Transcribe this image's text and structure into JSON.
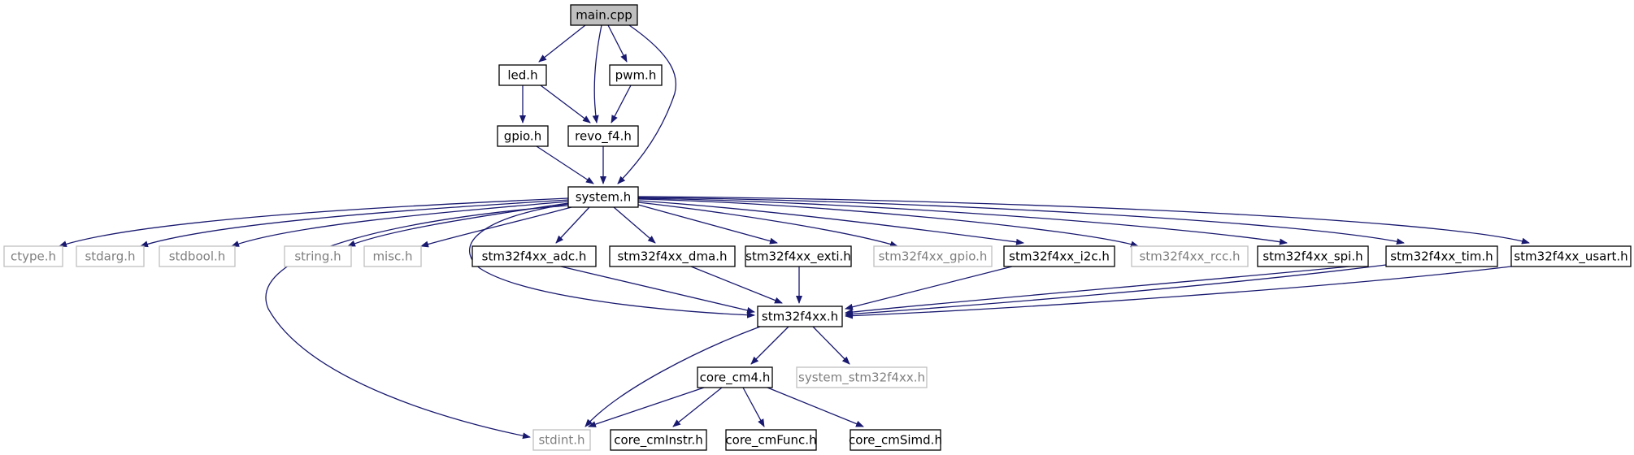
{
  "graph": {
    "colors": {
      "edge": "#191970",
      "root_fill": "#bfbfbf",
      "node_border": "#000000",
      "external_border": "#bfbfbf",
      "external_text": "#7f7f7f"
    },
    "nodes": [
      {
        "id": "main_cpp",
        "label": "main.cpp",
        "kind": "root"
      },
      {
        "id": "led_h",
        "label": "led.h",
        "kind": "normal"
      },
      {
        "id": "pwm_h",
        "label": "pwm.h",
        "kind": "normal"
      },
      {
        "id": "gpio_h",
        "label": "gpio.h",
        "kind": "normal"
      },
      {
        "id": "revo_f4_h",
        "label": "revo_f4.h",
        "kind": "normal"
      },
      {
        "id": "system_h",
        "label": "system.h",
        "kind": "normal"
      },
      {
        "id": "ctype_h",
        "label": "ctype.h",
        "kind": "external"
      },
      {
        "id": "stdarg_h",
        "label": "stdarg.h",
        "kind": "external"
      },
      {
        "id": "stdbool_h",
        "label": "stdbool.h",
        "kind": "external"
      },
      {
        "id": "string_h",
        "label": "string.h",
        "kind": "external"
      },
      {
        "id": "misc_h",
        "label": "misc.h",
        "kind": "external"
      },
      {
        "id": "adc_h",
        "label": "stm32f4xx_adc.h",
        "kind": "normal"
      },
      {
        "id": "dma_h",
        "label": "stm32f4xx_dma.h",
        "kind": "normal"
      },
      {
        "id": "exti_h",
        "label": "stm32f4xx_exti.h",
        "kind": "normal"
      },
      {
        "id": "gpio_std_h",
        "label": "stm32f4xx_gpio.h",
        "kind": "external"
      },
      {
        "id": "i2c_h",
        "label": "stm32f4xx_i2c.h",
        "kind": "normal"
      },
      {
        "id": "rcc_h",
        "label": "stm32f4xx_rcc.h",
        "kind": "external"
      },
      {
        "id": "spi_h",
        "label": "stm32f4xx_spi.h",
        "kind": "normal"
      },
      {
        "id": "tim_h",
        "label": "stm32f4xx_tim.h",
        "kind": "normal"
      },
      {
        "id": "usart_h",
        "label": "stm32f4xx_usart.h",
        "kind": "normal"
      },
      {
        "id": "stm32f4xx_h",
        "label": "stm32f4xx.h",
        "kind": "normal"
      },
      {
        "id": "core_cm4_h",
        "label": "core_cm4.h",
        "kind": "normal"
      },
      {
        "id": "sys_stm32_h",
        "label": "system_stm32f4xx.h",
        "kind": "external"
      },
      {
        "id": "stdint_h",
        "label": "stdint.h",
        "kind": "external"
      },
      {
        "id": "cminstr_h",
        "label": "core_cmInstr.h",
        "kind": "normal"
      },
      {
        "id": "cmfunc_h",
        "label": "core_cmFunc.h",
        "kind": "normal"
      },
      {
        "id": "cmsimd_h",
        "label": "core_cmSimd.h",
        "kind": "normal"
      }
    ],
    "edges": [
      {
        "from": "main_cpp",
        "to": "led_h"
      },
      {
        "from": "main_cpp",
        "to": "pwm_h"
      },
      {
        "from": "main_cpp",
        "to": "revo_f4_h"
      },
      {
        "from": "main_cpp",
        "to": "system_h"
      },
      {
        "from": "led_h",
        "to": "gpio_h"
      },
      {
        "from": "led_h",
        "to": "revo_f4_h"
      },
      {
        "from": "pwm_h",
        "to": "revo_f4_h"
      },
      {
        "from": "gpio_h",
        "to": "system_h"
      },
      {
        "from": "revo_f4_h",
        "to": "system_h"
      },
      {
        "from": "system_h",
        "to": "ctype_h"
      },
      {
        "from": "system_h",
        "to": "stdarg_h"
      },
      {
        "from": "system_h",
        "to": "stdbool_h"
      },
      {
        "from": "system_h",
        "to": "string_h"
      },
      {
        "from": "system_h",
        "to": "misc_h"
      },
      {
        "from": "system_h",
        "to": "adc_h"
      },
      {
        "from": "system_h",
        "to": "dma_h"
      },
      {
        "from": "system_h",
        "to": "exti_h"
      },
      {
        "from": "system_h",
        "to": "gpio_std_h"
      },
      {
        "from": "system_h",
        "to": "i2c_h"
      },
      {
        "from": "system_h",
        "to": "rcc_h"
      },
      {
        "from": "system_h",
        "to": "spi_h"
      },
      {
        "from": "system_h",
        "to": "tim_h"
      },
      {
        "from": "system_h",
        "to": "usart_h"
      },
      {
        "from": "system_h",
        "to": "stm32f4xx_h"
      },
      {
        "from": "system_h",
        "to": "stdint_h"
      },
      {
        "from": "adc_h",
        "to": "stm32f4xx_h"
      },
      {
        "from": "dma_h",
        "to": "stm32f4xx_h"
      },
      {
        "from": "exti_h",
        "to": "stm32f4xx_h"
      },
      {
        "from": "i2c_h",
        "to": "stm32f4xx_h"
      },
      {
        "from": "spi_h",
        "to": "stm32f4xx_h"
      },
      {
        "from": "tim_h",
        "to": "stm32f4xx_h"
      },
      {
        "from": "usart_h",
        "to": "stm32f4xx_h"
      },
      {
        "from": "stm32f4xx_h",
        "to": "core_cm4_h"
      },
      {
        "from": "stm32f4xx_h",
        "to": "sys_stm32_h"
      },
      {
        "from": "stm32f4xx_h",
        "to": "stdint_h"
      },
      {
        "from": "core_cm4_h",
        "to": "stdint_h"
      },
      {
        "from": "core_cm4_h",
        "to": "cminstr_h"
      },
      {
        "from": "core_cm4_h",
        "to": "cmfunc_h"
      },
      {
        "from": "core_cm4_h",
        "to": "cmsimd_h"
      }
    ]
  }
}
